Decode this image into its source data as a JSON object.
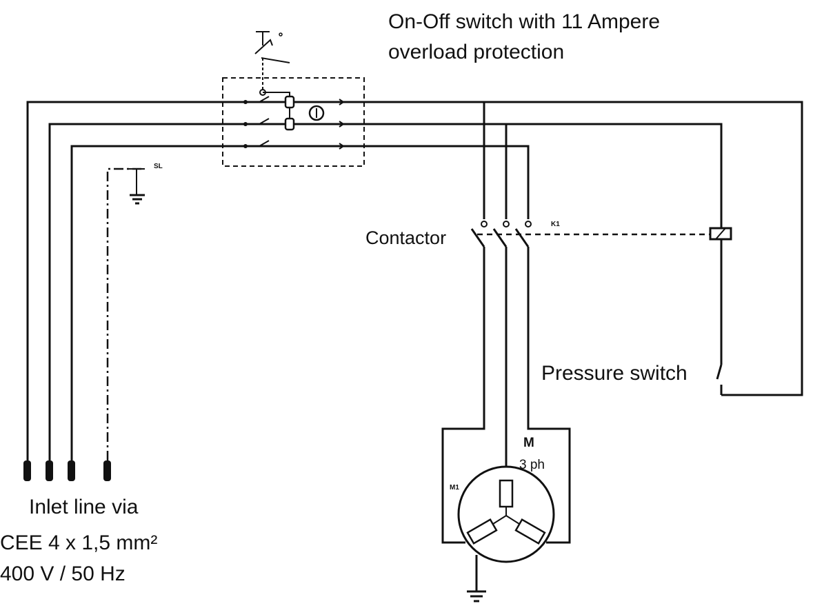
{
  "labels": {
    "switch_title_line1": "On-Off switch with 11 Ampere",
    "switch_title_line2": "overload protection",
    "contactor": "Contactor",
    "pressure_switch": "Pressure switch",
    "inlet_line1": "Inlet line via",
    "inlet_line2": "CEE 4 x 1,5 mm²",
    "inlet_line3": "400 V / 50 Hz",
    "motor_m": "M",
    "motor_phase": "3 ph",
    "motor_tag": "M1",
    "contactor_tag": "K1",
    "ground_tag": "SL"
  }
}
